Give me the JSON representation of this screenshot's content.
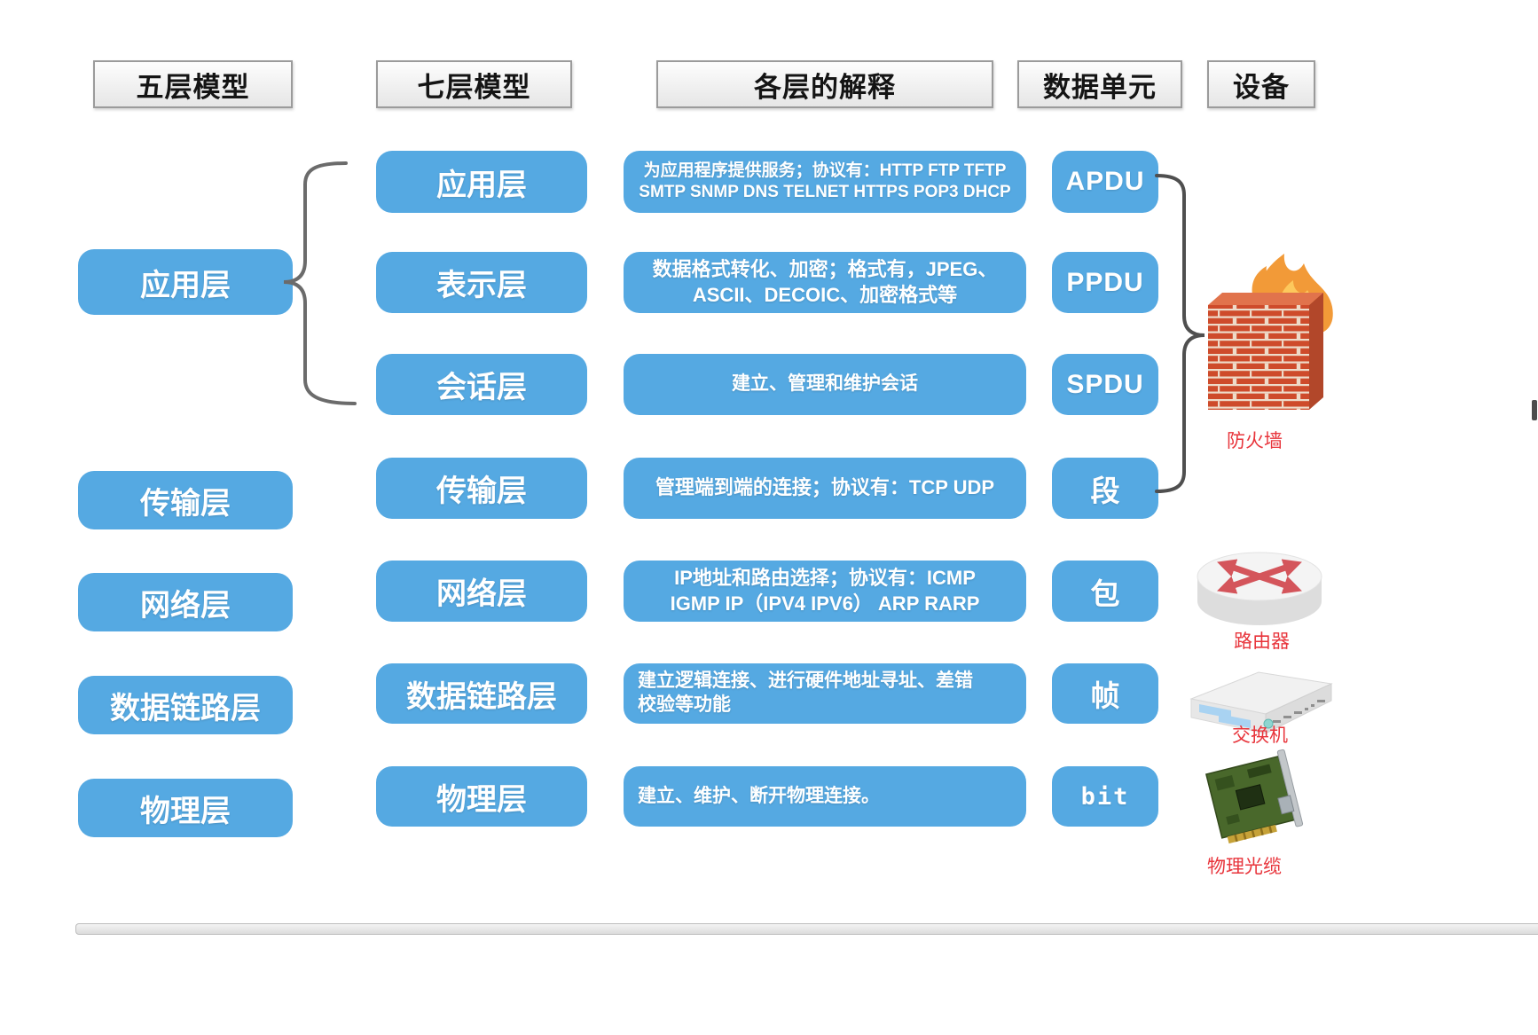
{
  "headers": {
    "five_layer": "五层模型",
    "seven_layer": "七层模型",
    "explanation": "各层的解释",
    "data_unit": "数据单元",
    "device": "设备"
  },
  "five_layer_model": {
    "layers": [
      "应用层",
      "传输层",
      "网络层",
      "数据链路层",
      "物理层"
    ]
  },
  "seven_layer_model": {
    "layers": [
      "应用层",
      "表示层",
      "会话层",
      "传输层",
      "网络层",
      "数据链路层",
      "物理层"
    ]
  },
  "explanations": [
    {
      "lines": [
        "为应用程序提供服务；协议有：HTTP FTP TFTP",
        "SMTP SNMP DNS TELNET HTTPS POP3 DHCP"
      ]
    },
    {
      "lines": [
        "数据格式转化、加密；格式有，JPEG、",
        "ASCII、DECOIC、加密格式等"
      ]
    },
    {
      "lines": [
        "建立、管理和维护会话"
      ]
    },
    {
      "lines": [
        "管理端到端的连接；协议有：TCP UDP"
      ]
    },
    {
      "lines": [
        "IP地址和路由选择；协议有：ICMP",
        "IGMP IP（IPV4 IPV6） ARP RARP"
      ]
    },
    {
      "lines": [
        "建立逻辑连接、进行硬件地址寻址、差错",
        "校验等功能"
      ]
    },
    {
      "lines": [
        "建立、维护、断开物理连接。"
      ]
    }
  ],
  "data_units": [
    "APDU",
    "PPDU",
    "SPDU",
    "段",
    "包",
    "帧",
    "bit"
  ],
  "devices": [
    {
      "label": "防火墙",
      "icon": "firewall-icon"
    },
    {
      "label": "路由器",
      "icon": "router-icon"
    },
    {
      "label": "交换机",
      "icon": "switch-icon"
    },
    {
      "label": "物理光缆",
      "icon": "network-card-icon"
    }
  ],
  "colors": {
    "layer_box_blue": "#55A9E2",
    "device_label_red": "#E8343B",
    "header_border_gray": "#9B9B9B",
    "brace_gray": "#5F5F5F",
    "brick_red": "#CE4B2B",
    "flame_orange": "#F29A38",
    "router_arrow_red": "#D4555B"
  }
}
